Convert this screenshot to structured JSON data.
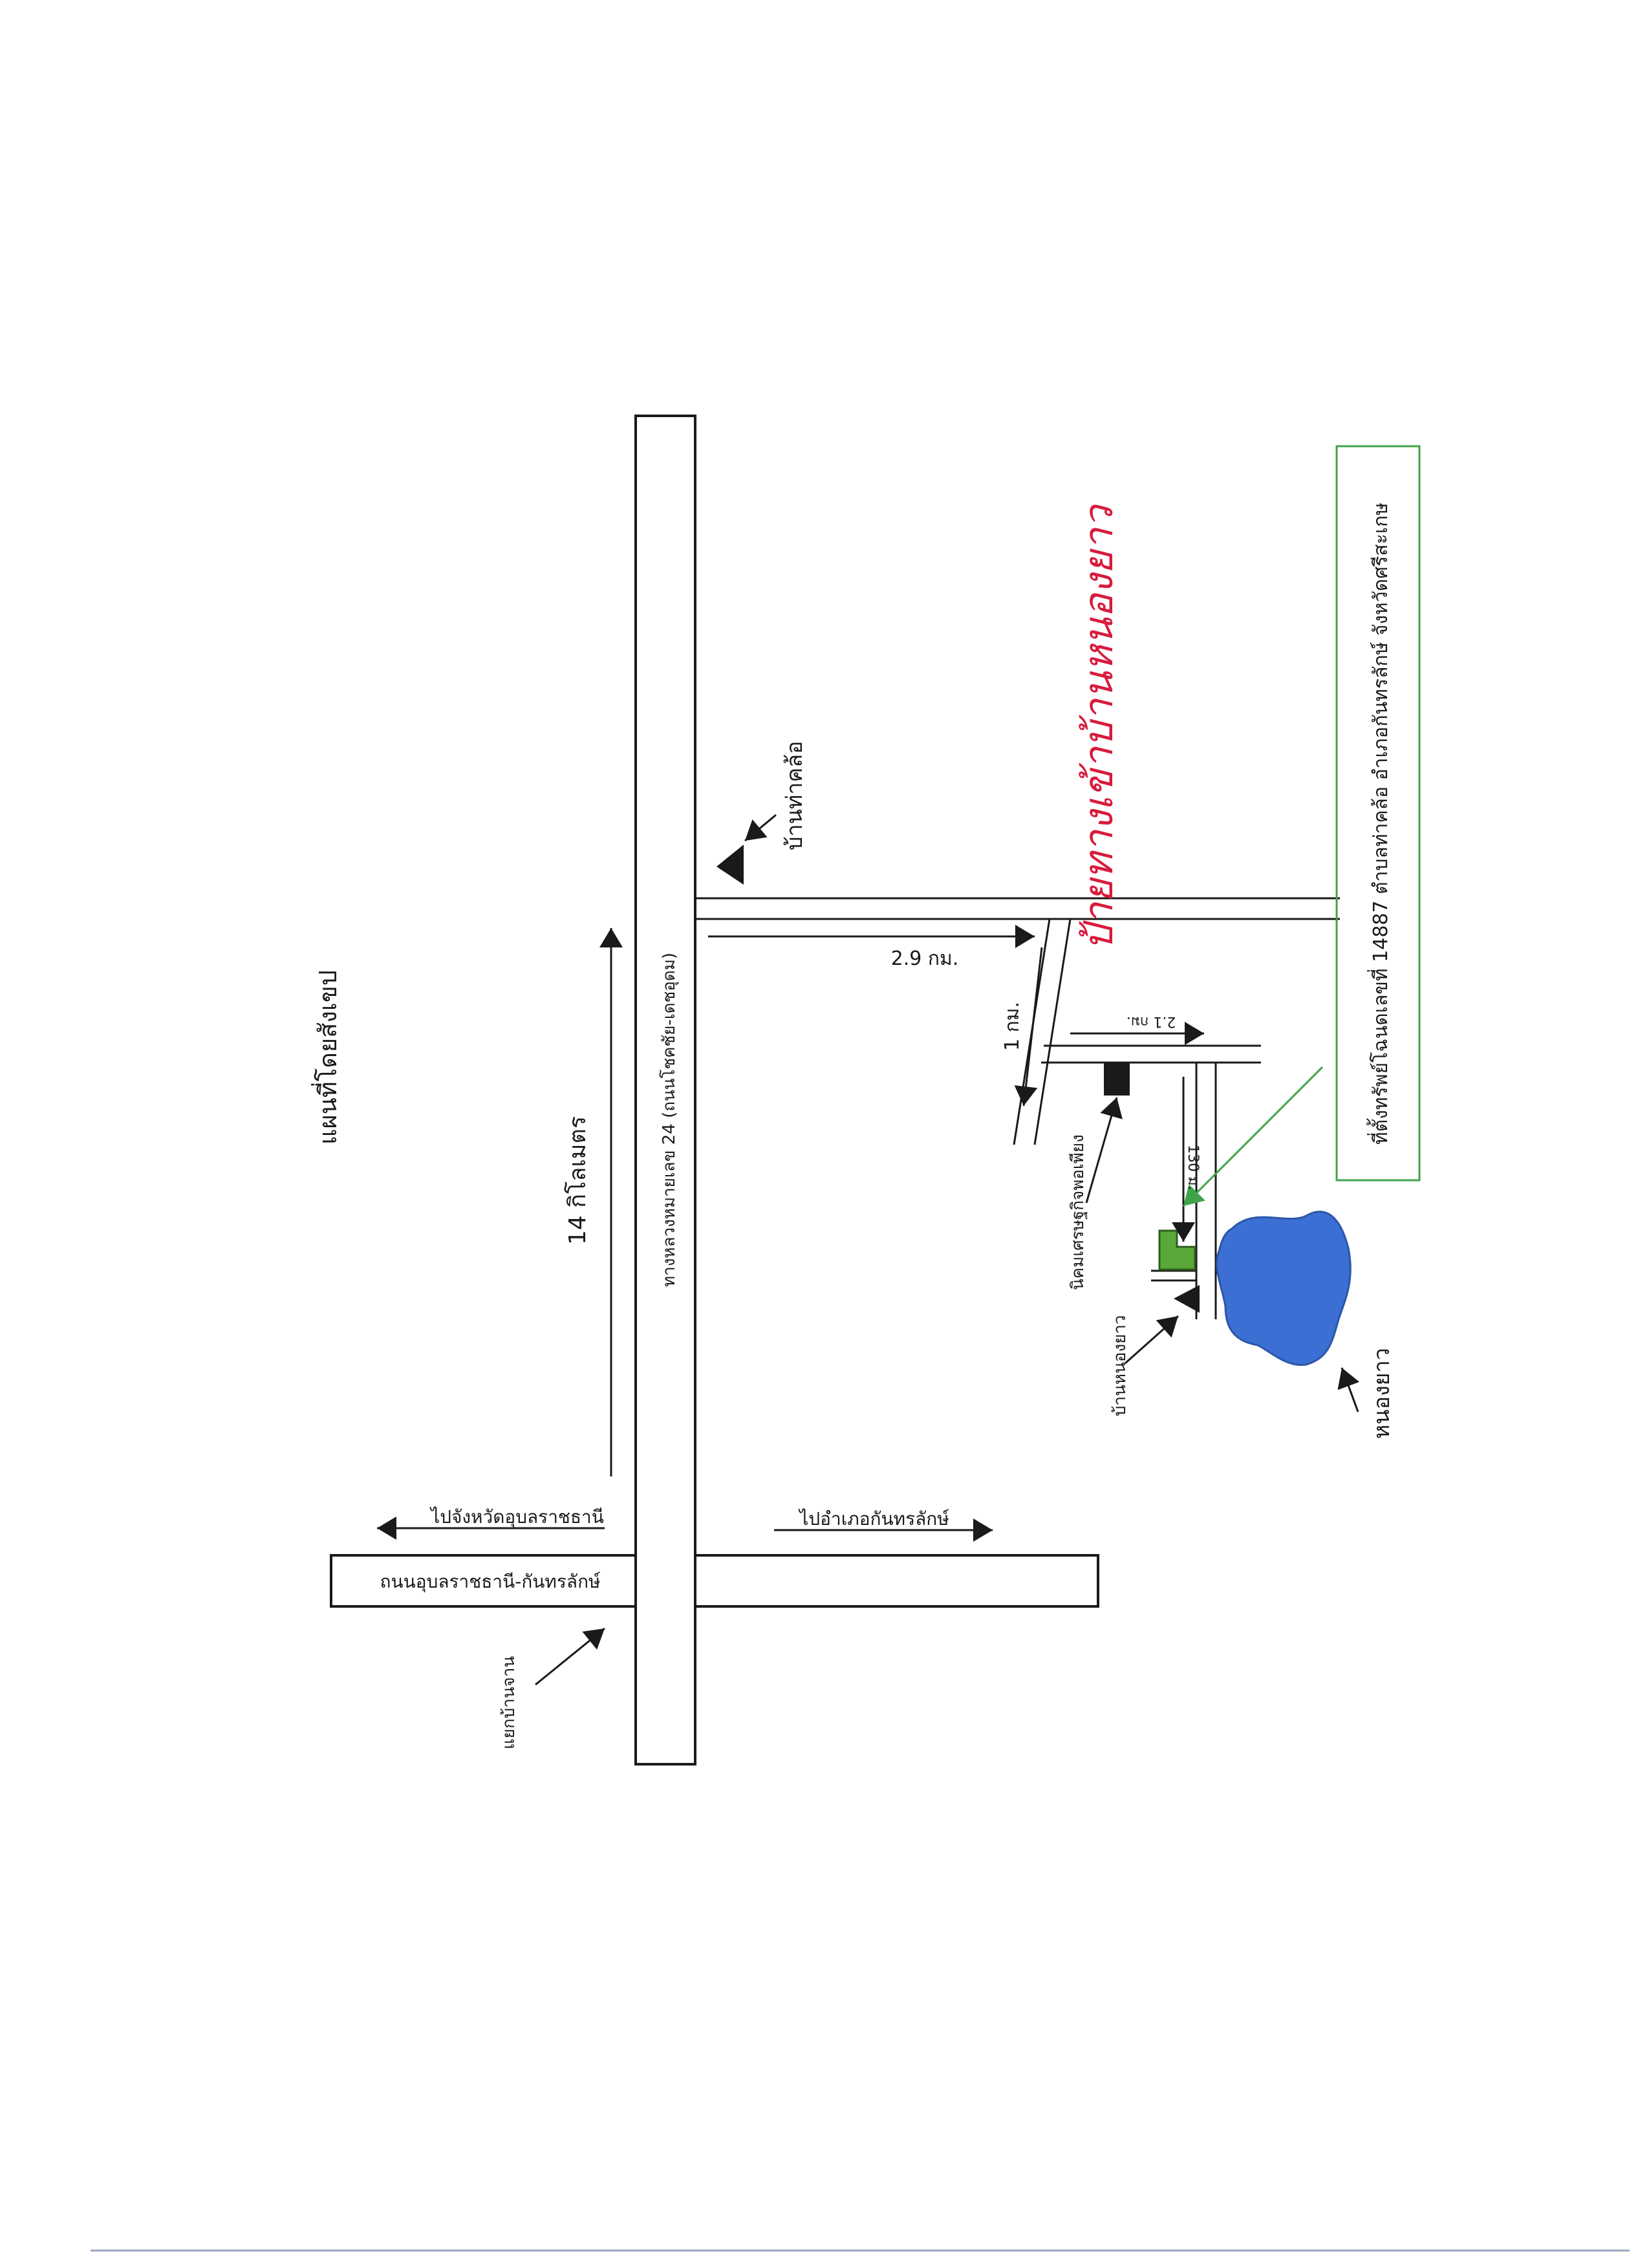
{
  "title": "แผนที่โดยสังเขป",
  "highway": "ทางหลวงหมายเลข 24 (ถนนโชคชัย-เดชอุดม)",
  "cross_road": "ถนนอุบลราชธานี-กันทรลักษ์",
  "junction": "แยกบ้านจาน",
  "to_ubon": "ไปจังหวัดอุบลราชธานี",
  "to_kantharalak": "ไปอำเภอกันทรลักษ์",
  "distance_highway": "14 กิโลเมตร",
  "distance_side_road": "2.9 กม.",
  "distance_1km": "1 กม.",
  "distance_2_1": "2.1 กม.",
  "distance_130m": "130 ม.",
  "village_tha_khlo": "บ้านท่าคล้อ",
  "village_nong_yao": "บ้านหนองยาว",
  "pond": "หนองยาว",
  "estate": "นิคมเศรษฐกิจพอเพียง",
  "property_note": "ที่ตั้งทรัพย์โฉนดเลขที่ 14887 ตำบลท่าคล้อ อำเภอกันทรลักษ์ จังหวัดศรีสะเกษ",
  "handwritten_note": "ป้ายทางเข้าบ้านหนองยาว",
  "colors": {
    "line": "#1a1a1a",
    "handwriting": "#d81b3c",
    "pond": "#3b6fd4",
    "property": "#5aa83a",
    "note_border": "#3fa34a",
    "pointer": "#3fa34a"
  }
}
